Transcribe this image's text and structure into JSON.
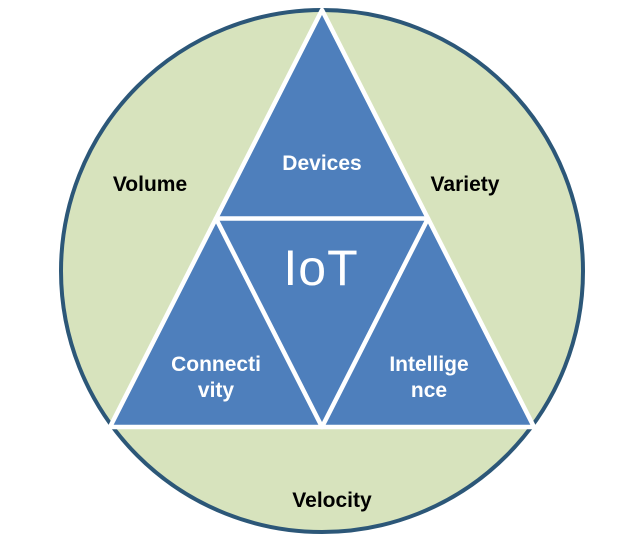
{
  "colors": {
    "page-bg": "#FFFFFF",
    "circle-fill": "#D7E3BD",
    "circle-border": "#2C5778",
    "triangle-fill": "#4E7FBC",
    "divider": "#FFFFFF",
    "inner-label": "#FFFFFF",
    "outer-label": "#000000"
  },
  "center": {
    "label": "IoT"
  },
  "inner_labels": {
    "top": "Devices",
    "left": {
      "line1": "Connecti",
      "line2": "vity"
    },
    "right": {
      "line1": "Intellige",
      "line2": "nce"
    }
  },
  "outer_labels": {
    "left": "Volume",
    "right": "Variety",
    "bottom": "Velocity"
  }
}
